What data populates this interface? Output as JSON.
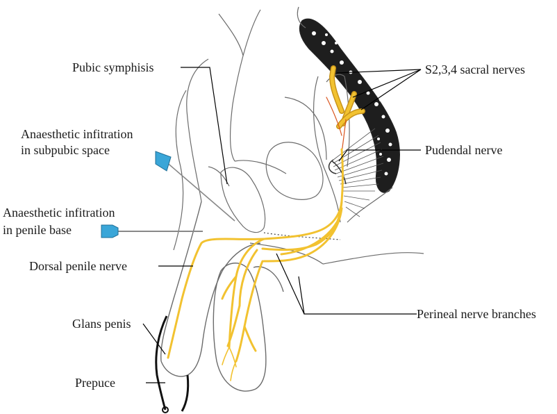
{
  "labels": {
    "pubic_symphisis": "Pubic symphisis",
    "sacral_nerves": "S2,3,4 sacral nerves",
    "anaesthetic_subpubic_line1": "Anaesthetic infitration",
    "anaesthetic_subpubic_line2": "in subpubic space",
    "pudendal_nerve": "Pudendal nerve",
    "anaesthetic_base_line1": "Anaesthetic infitration",
    "anaesthetic_base_line2": "in penile base",
    "dorsal_penile_nerve": "Dorsal penile nerve",
    "perineal_branches": "Perineal nerve branches",
    "glans_penis": "Glans penis",
    "prepuce": "Prepuce"
  },
  "colors": {
    "nerve": "#f2c230",
    "nerve_stroke": "#c8931a",
    "sacral_red": "#d9541e",
    "outline": "#6b6b6b",
    "leader": "#000000",
    "needle_hub": "#3aa6d8",
    "sacrum_fill": "#1e1e1e"
  }
}
